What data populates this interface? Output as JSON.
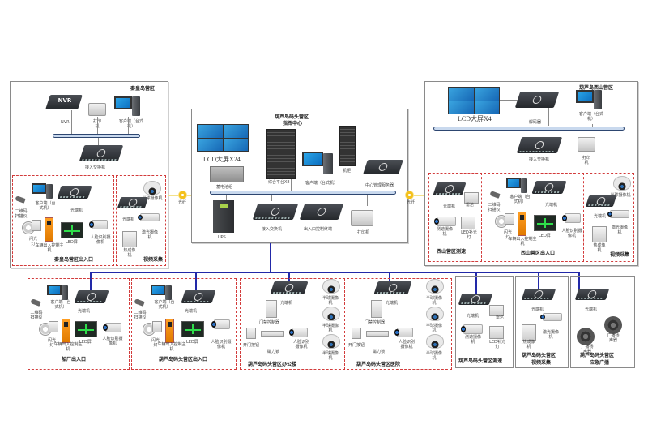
{
  "diagram": {
    "title": "葫芦岛码头营区 指挥中心 网络拓扑",
    "colors": {
      "zone_border": "#d23b3b",
      "backbone": "#2229a8",
      "bus_fill": "#c9d9ee",
      "fiber_link": "#f3e18a",
      "panel_border": "#8a8a8a"
    },
    "qinhuangdao": {
      "title": "秦皇岛营区",
      "nvr_badge": "NVR",
      "nvr": "NVR",
      "printer": "打印机",
      "client_pc": "客户端（台式机）",
      "access_switch": "接入交换机",
      "entrance": {
        "title": "秦皇岛营区出入口",
        "client_pc": "客户端（台式机）",
        "barcode_reader": "二维码扫描仪",
        "fiber_transceiver": "光端机",
        "flash_light": "闪光灯",
        "vehicle_controller": "车辆出入控制主机",
        "led_screen": "LED屏",
        "face_camera": "人脸识别摄像机"
      },
      "video": {
        "title": "视频采集",
        "dome_camera": "半球摄像机",
        "fiber_transceiver": "光端机",
        "gun_camera": "激光摄像机",
        "thermal_camera": "热成像机"
      }
    },
    "command_center": {
      "title_line1": "葫芦岛码头营区",
      "title_line2": "指挥中心",
      "videowall": "LCD大屏X24",
      "battery_pack": "蓄电池组",
      "platform_server": "综合平台X8",
      "client_pc": "客户端（台式机）",
      "cabinet": "机柜",
      "mgmt_server": "中心管理服务器",
      "ups": "UPS",
      "access_switch": "接入交换机",
      "access_controller": "出入口控制终端",
      "printer": "打印机",
      "fiber_left": "光纤",
      "fiber_right": "光纤"
    },
    "xishan": {
      "title": "葫芦岛西山营区",
      "videowall": "LCD大屏X4",
      "decoder": "解码器",
      "client_pc": "客户端（台式机）",
      "printer": "打印机",
      "access_switch": "接入交换机",
      "speed": {
        "title": "西山营区测速",
        "fiber_transceiver": "光端机",
        "radar": "雷达",
        "speed_camera": "测速摄像机",
        "led_light": "LED补光灯"
      },
      "entrance": {
        "title": "西山营区出入口",
        "client_pc": "客户端（台式机）",
        "barcode_reader": "二维码扫描仪",
        "fiber_transceiver": "光端机",
        "flash_light": "闪光灯",
        "vehicle_controller": "车辆出入控制主机",
        "led_screen": "LED屏",
        "face_camera": "人脸识别摄像机"
      },
      "video": {
        "title": "视频采集",
        "dome_camera": "半球摄像机",
        "fiber_transceiver": "光端机",
        "gun_camera": "激光摄像机",
        "thermal_camera": "热成像机"
      }
    },
    "bottom": [
      {
        "title": "船厂出入口",
        "client_pc": "客户端（台式机）",
        "barcode_reader": "二维码扫描仪",
        "fiber_transceiver": "光端机",
        "flash_light": "闪光灯",
        "vehicle_controller": "车辆出入控制主机",
        "led_screen": "LED屏",
        "face_camera": "人脸识别摄像机"
      },
      {
        "title": "葫芦岛码头营区出入口",
        "client_pc": "客户端（台式机）",
        "barcode_reader": "二维码扫描仪",
        "fiber_transceiver": "光端机",
        "flash_light": "闪光灯",
        "vehicle_controller": "车辆出入控制主机",
        "led_screen": "LED屏",
        "face_camera": "人脸识别摄像机"
      },
      {
        "title": "葫芦岛码头营区办公楼",
        "fiber_transceiver": "光端机",
        "door_controller": "门禁控制器",
        "exit_button": "开门按钮",
        "maglock": "磁力锁",
        "face_camera": "人脸识别摄像机",
        "dome_1": "半球摄像机",
        "dome_2": "半球摄像机",
        "dome_3": "半球摄像机"
      },
      {
        "title": "葫芦岛码头营区医院",
        "fiber_transceiver": "光端机",
        "door_controller": "门禁控制器",
        "exit_button": "开门按钮",
        "maglock": "磁力锁",
        "face_camera": "人脸识别摄像机",
        "dome_1": "半球摄像机",
        "dome_2": "半球摄像机",
        "dome_3": "半球摄像机"
      },
      {
        "title": "葫芦岛码头营区测速",
        "fiber_transceiver": "光端机",
        "radar": "雷达",
        "speed_camera": "测速摄像机",
        "led_light": "LED补光灯"
      },
      {
        "title_line1": "葫芦岛码头营区",
        "title_line2": "视频采集",
        "fiber_transceiver": "光端机",
        "thermal_camera": "热成像机",
        "gun_camera": "激光摄像机"
      },
      {
        "title_line1": "葫芦岛码头营区",
        "title_line2": "应急广播",
        "fiber_transceiver": "光端机",
        "speaker_1": "广播扬声器",
        "speaker_2": "广播扬声器"
      }
    ]
  }
}
